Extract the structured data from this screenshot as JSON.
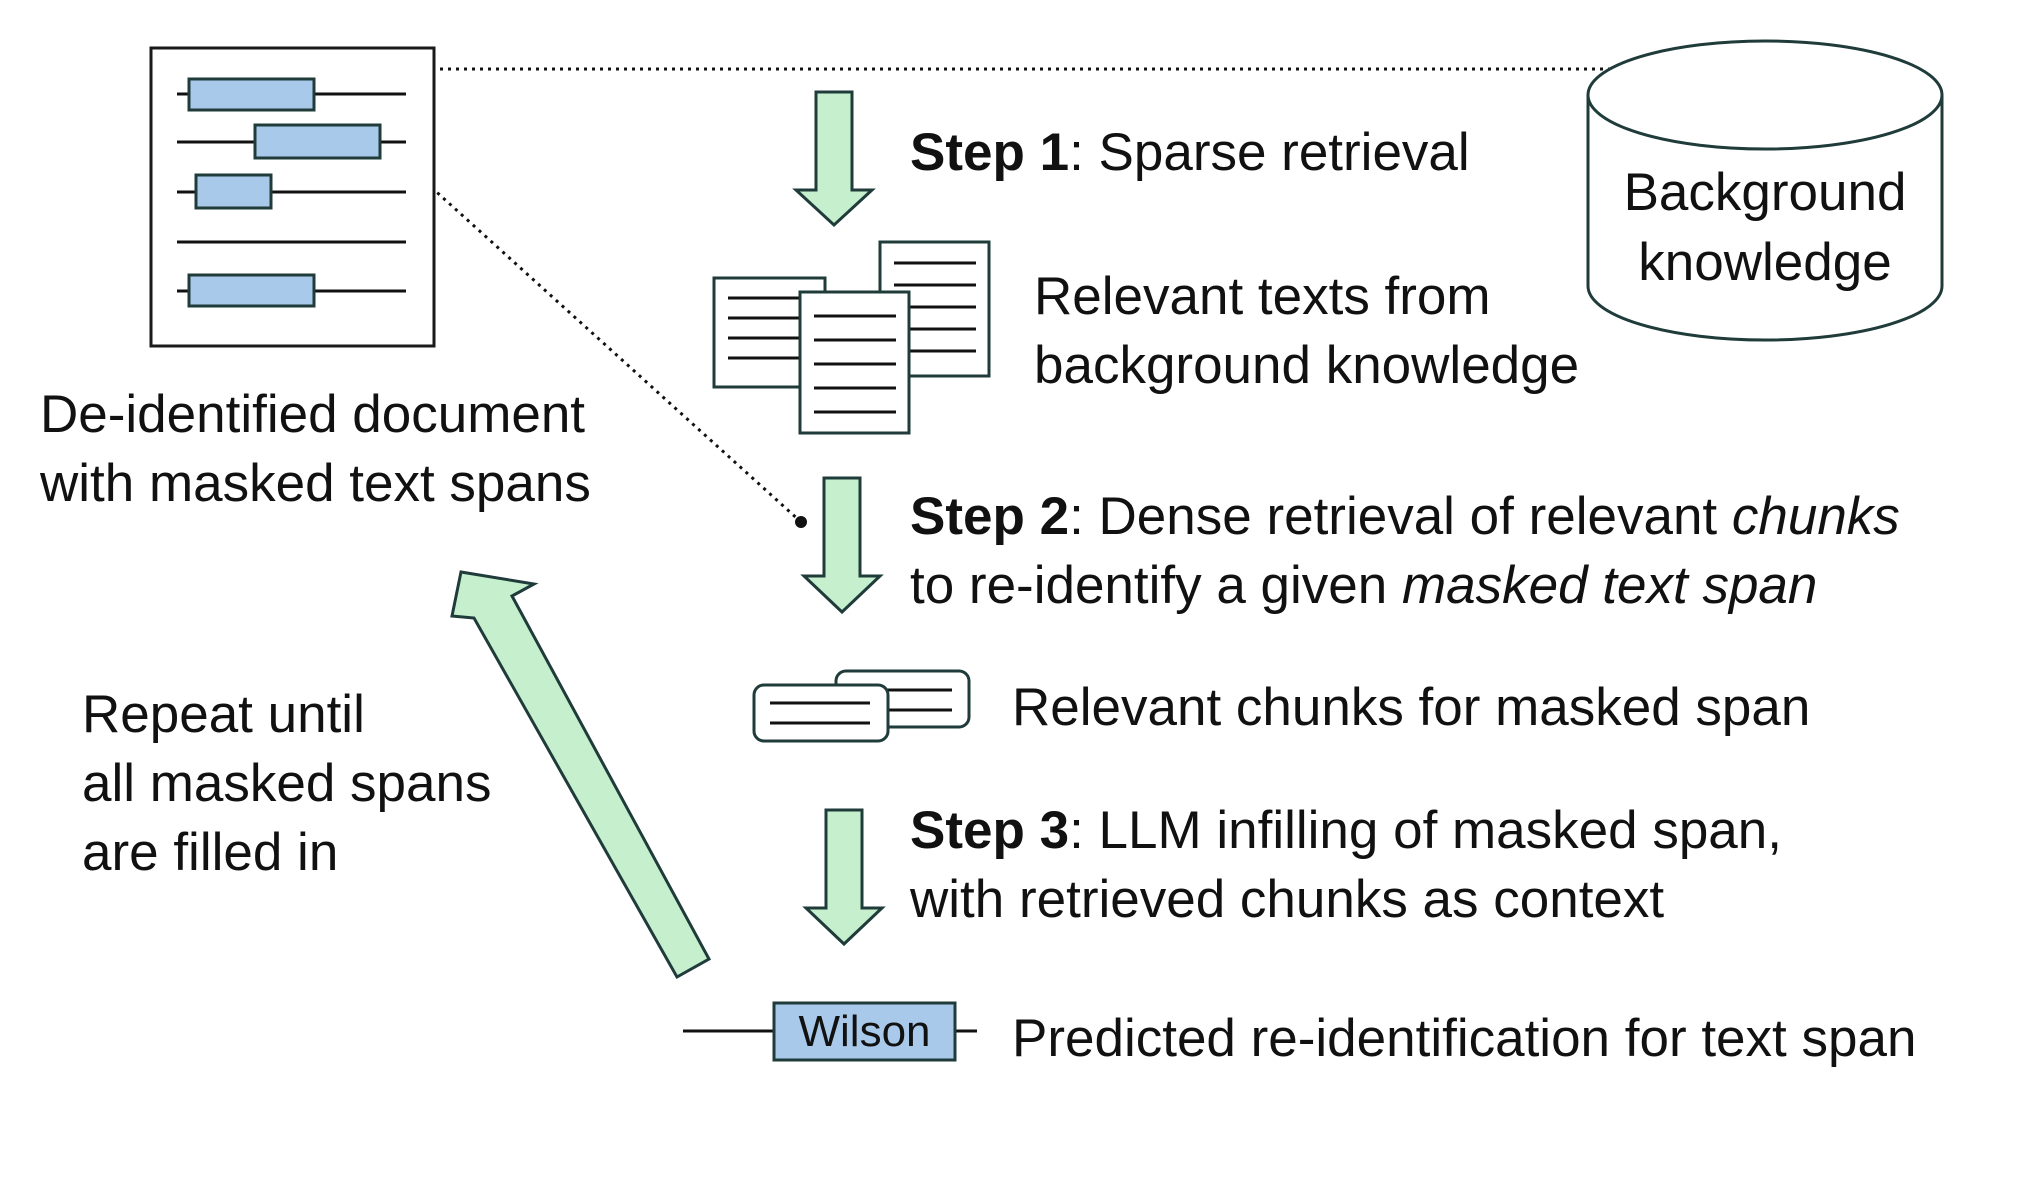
{
  "colors": {
    "arrow_fill": "#c6efce",
    "arrow_stroke": "#1f3b3a",
    "mask_fill": "#a9c9eb",
    "outline": "#1f3b3a"
  },
  "icons": {
    "document": "de-identified-document-icon",
    "database": "database-cylinder-icon",
    "texts": "stacked-documents-icon",
    "chunks": "stacked-chunks-icon"
  },
  "database": {
    "label_line1": "Background",
    "label_line2": "knowledge"
  },
  "document": {
    "caption_line1": "De-identified document",
    "caption_line2": "with masked text spans"
  },
  "step1": {
    "label": "Step 1",
    "text": ": Sparse retrieval"
  },
  "relevant_texts": {
    "line1": "Relevant texts from",
    "line2": "background knowledge"
  },
  "step2": {
    "label": "Step 2",
    "text_a": ": Dense retrieval of relevant ",
    "text_italic_a": "chunks",
    "text_b": "to re-identify a given ",
    "text_italic_b": "masked text span"
  },
  "relevant_chunks": {
    "text": "Relevant chunks for masked span"
  },
  "step3": {
    "label": "Step 3",
    "text_a": ": LLM infilling of masked span,",
    "text_b": "with retrieved chunks as context"
  },
  "prediction": {
    "token": "Wilson",
    "text": "Predicted re-identification for text span"
  },
  "repeat": {
    "line1": "Repeat until",
    "line2": "all masked spans",
    "line3": "are filled in"
  }
}
